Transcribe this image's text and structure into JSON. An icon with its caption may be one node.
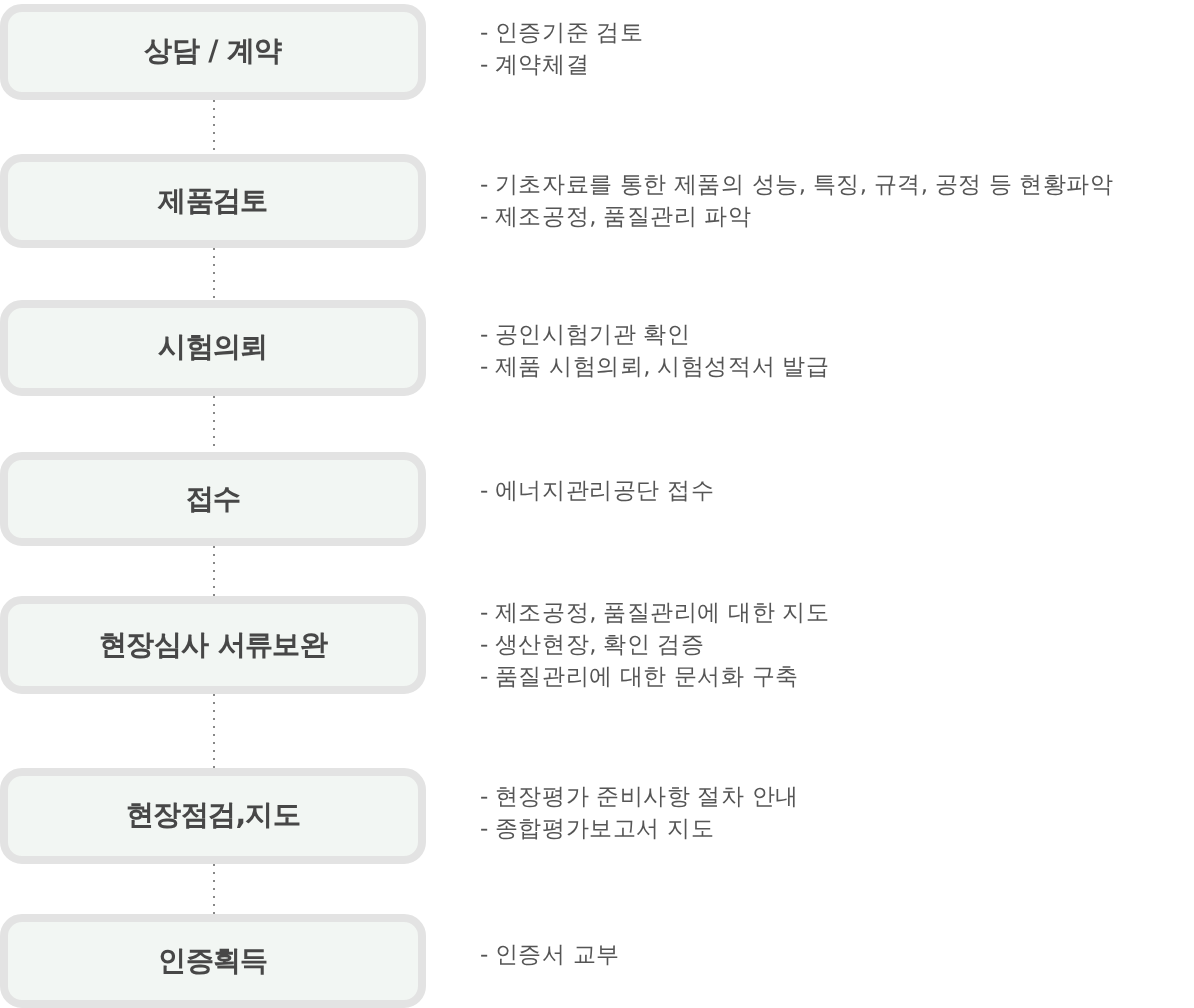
{
  "diagram": {
    "nodes": [
      {
        "text": [
          "상담 / 계약"
        ],
        "beside": [
          "- 인증기준 검토",
          "- 계약체결"
        ]
      },
      {
        "text": [
          "제품검토"
        ],
        "beside": [
          "- 기초자료를 통한 제품의 성능, 특징, 규격, 공정 등 현황파악",
          "- 제조공정, 품질관리 파악"
        ]
      },
      {
        "text": [
          "시험의뢰"
        ],
        "beside": [
          "- 공인시험기관 확인",
          "- 제품 시험의뢰, 시험성적서 발급"
        ]
      },
      {
        "text": [
          "접수"
        ],
        "beside": [
          "- 에너지관리공단 접수"
        ]
      },
      {
        "text": [
          "현장심사 서류보완"
        ],
        "beside": [
          "- 제조공정, 품질관리에 대한 지도",
          "- 생산현장, 확인 검증",
          "- 품질관리에 대한 문서화 구축"
        ]
      },
      {
        "text": [
          "현장점검,지도"
        ],
        "beside": [
          "- 현장평가 준비사항 절차 안내",
          "- 종합평가보고서 지도"
        ]
      },
      {
        "text": [
          "인증획득"
        ],
        "beside": [
          "- 인증서 교부"
        ]
      }
    ],
    "edges": [
      {
        "from": 0,
        "to": 1,
        "arrow": "none"
      },
      {
        "from": 1,
        "to": 2,
        "arrow": "none"
      },
      {
        "from": 2,
        "to": 3,
        "arrow": "none"
      },
      {
        "from": 3,
        "to": 4,
        "arrow": "none"
      },
      {
        "from": 4,
        "to": 5,
        "arrow": "none"
      },
      {
        "from": 5,
        "to": 6,
        "arrow": "none"
      }
    ]
  }
}
